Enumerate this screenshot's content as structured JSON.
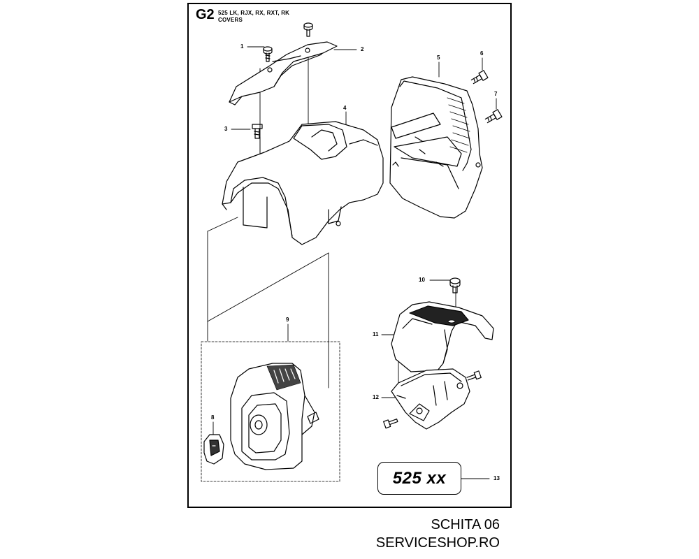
{
  "header": {
    "code": "G2",
    "models": "525 LK, RJX, RX, RXT, RK",
    "section": "COVERS"
  },
  "callouts": [
    "1",
    "2",
    "3",
    "4",
    "5",
    "6",
    "7",
    "8",
    "9",
    "10",
    "11",
    "12",
    "13"
  ],
  "model_label": "525 xx",
  "footer": {
    "line1": "SCHITA 06",
    "line2": "SERVICESHOP.RO"
  }
}
